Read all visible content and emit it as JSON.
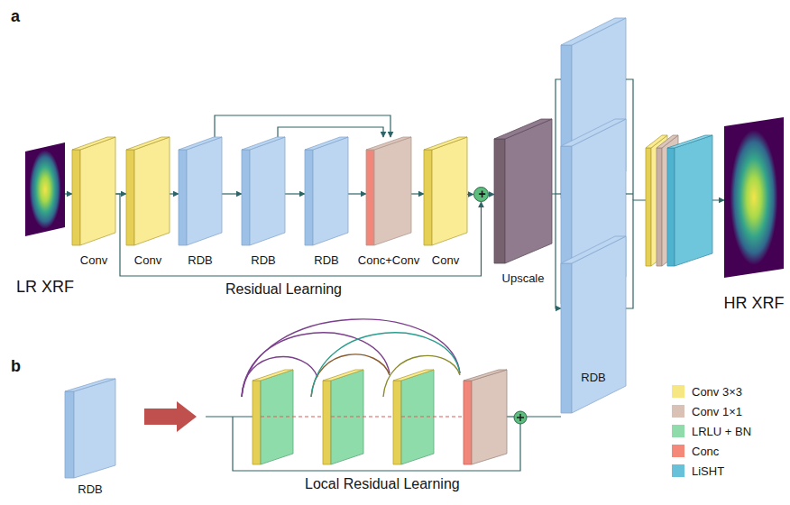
{
  "diagram": {
    "nodes": [
      {
        "text": [
          "LR XRF"
        ]
      },
      {
        "text": [
          "Conv"
        ]
      },
      {
        "text": [
          "Conv"
        ]
      },
      {
        "text": [
          "RDB"
        ]
      },
      {
        "text": [
          "RDB"
        ]
      },
      {
        "text": [
          "RDB"
        ]
      },
      {
        "text": [
          "Conc+Conv"
        ]
      },
      {
        "text": [
          "Conv"
        ]
      },
      {
        "text": [
          "+"
        ]
      },
      {
        "text": [
          "Upscale"
        ]
      },
      {
        "text": [
          "RDB"
        ]
      },
      {
        "text": [
          "HR XRF"
        ]
      },
      {
        "text": [
          "RDB"
        ]
      }
    ],
    "edges": [
      {
        "from": 0,
        "to": 1,
        "arrow": "to"
      },
      {
        "from": 1,
        "to": 2,
        "arrow": "to"
      },
      {
        "from": 2,
        "to": 3,
        "arrow": "to"
      },
      {
        "from": 3,
        "to": 4,
        "arrow": "to"
      },
      {
        "from": 4,
        "to": 5,
        "arrow": "to"
      },
      {
        "from": 5,
        "to": 6,
        "arrow": "to"
      },
      {
        "from": 6,
        "to": 7,
        "arrow": "to"
      },
      {
        "from": 7,
        "to": 8,
        "arrow": "to"
      },
      {
        "from": 1,
        "to": 8,
        "label": "Residual Learning",
        "arrow": "to"
      },
      {
        "from": 3,
        "to": 6,
        "arrow": "to"
      },
      {
        "from": 4,
        "to": 6,
        "arrow": "to"
      },
      {
        "from": 8,
        "to": 9,
        "arrow": "to"
      },
      {
        "from": 9,
        "to": 10,
        "arrow": "to"
      },
      {
        "from": 10,
        "to": 11,
        "arrow": "to"
      }
    ],
    "labels": [
      "a",
      "b",
      "Local Residual Learning"
    ],
    "legend": [
      {
        "text": "Conv 3×3",
        "color": "#f6e783"
      },
      {
        "text": "Conv 1×1",
        "color": "#d9c1b6"
      },
      {
        "text": "LRLU + BN",
        "color": "#8fdcaa"
      },
      {
        "text": "Conc",
        "color": "#f4897a"
      },
      {
        "text": "LiSHT",
        "color": "#66c1d9"
      }
    ]
  }
}
